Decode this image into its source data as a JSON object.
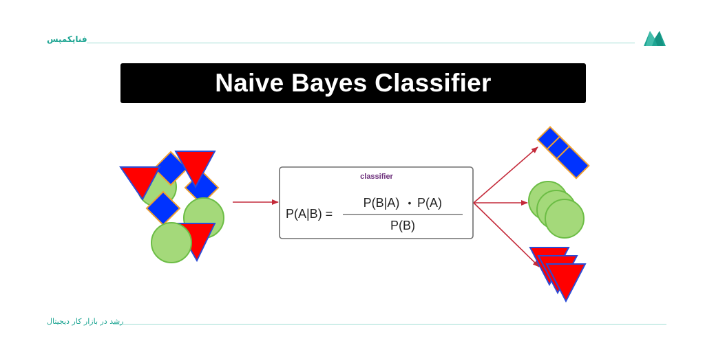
{
  "brand": {
    "name": "فناپکمپس",
    "tagline": "رشد در بازار کار دیجیتال",
    "accent_color": "#1ea593",
    "line_color": "#9ddcd3"
  },
  "title": "Naive Bayes Classifier",
  "classifier_box": {
    "label": "classifier",
    "label_color": "#6b2d7a",
    "lhs": "P(A|B) =",
    "numerator_left": "P(B|A)",
    "dot": "•",
    "numerator_right": "P(A)",
    "denominator": "P(B)"
  },
  "colors": {
    "triangle_fill": "#ff0000",
    "triangle_stroke": "#2b4bd6",
    "diamond_fill": "#0033ff",
    "diamond_stroke": "#f0a030",
    "circle_fill": "#a4d97a",
    "circle_stroke": "#6cbd45",
    "arrow": "#c42a3a"
  }
}
